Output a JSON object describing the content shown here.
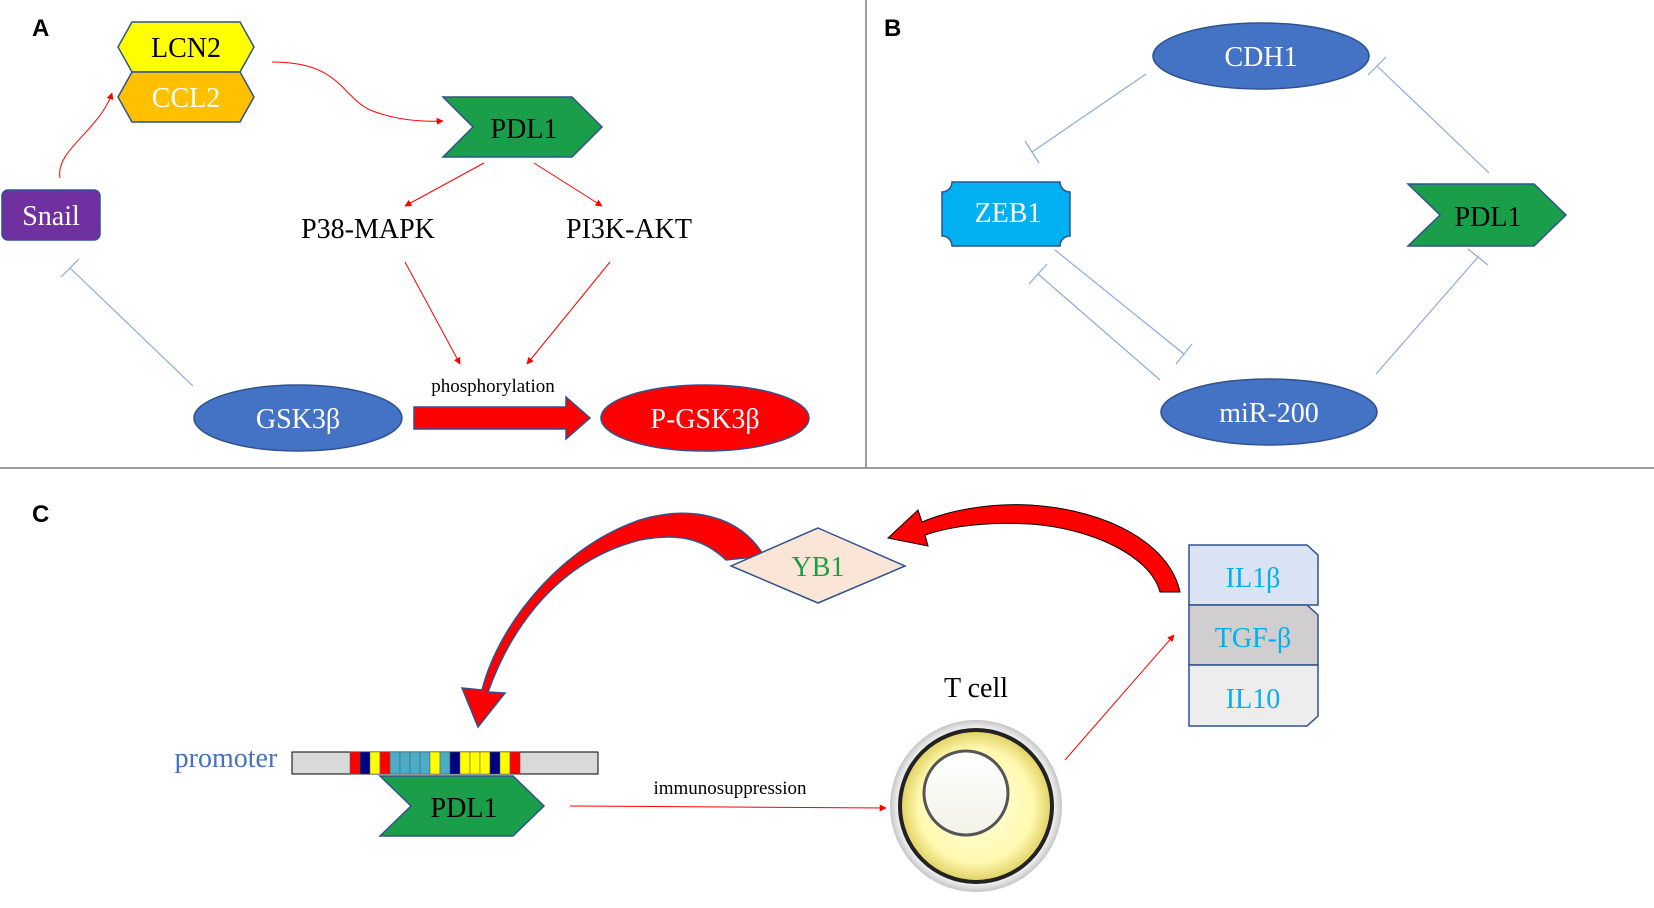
{
  "panels": {
    "a": "A",
    "b": "B",
    "c": "C"
  },
  "panel_a": {
    "lcn2": "LCN2",
    "ccl2": "CCL2",
    "snail": "Snail",
    "pdl1": "PDL1",
    "p38": "P38-MAPK",
    "pi3k": "PI3K-AKT",
    "gsk": "GSK3β",
    "pgsk": "P-GSK3β",
    "phos": "phosphorylation"
  },
  "panel_b": {
    "cdh1": "CDH1",
    "zeb1": "ZEB1",
    "pdl1": "PDL1",
    "mir200": "miR-200"
  },
  "panel_c": {
    "yb1": "YB1",
    "il1b": "IL1β",
    "tgfb": "TGF-β",
    "il10": "IL10",
    "tcell": "T cell",
    "promoter": "promoter",
    "pdl1": "PDL1",
    "immuno": "immunosuppression"
  },
  "colors": {
    "blue_node": "#4472c4",
    "green_node": "#1a9e4a",
    "red_node": "#ff0000",
    "purple_node": "#7030a0",
    "yellow_node": "#ffff00",
    "orange_node": "#ffc000",
    "cyan_node": "#00b0f0",
    "arrow_red": "#ff0000",
    "inhibit_blue": "#8eaadb"
  }
}
